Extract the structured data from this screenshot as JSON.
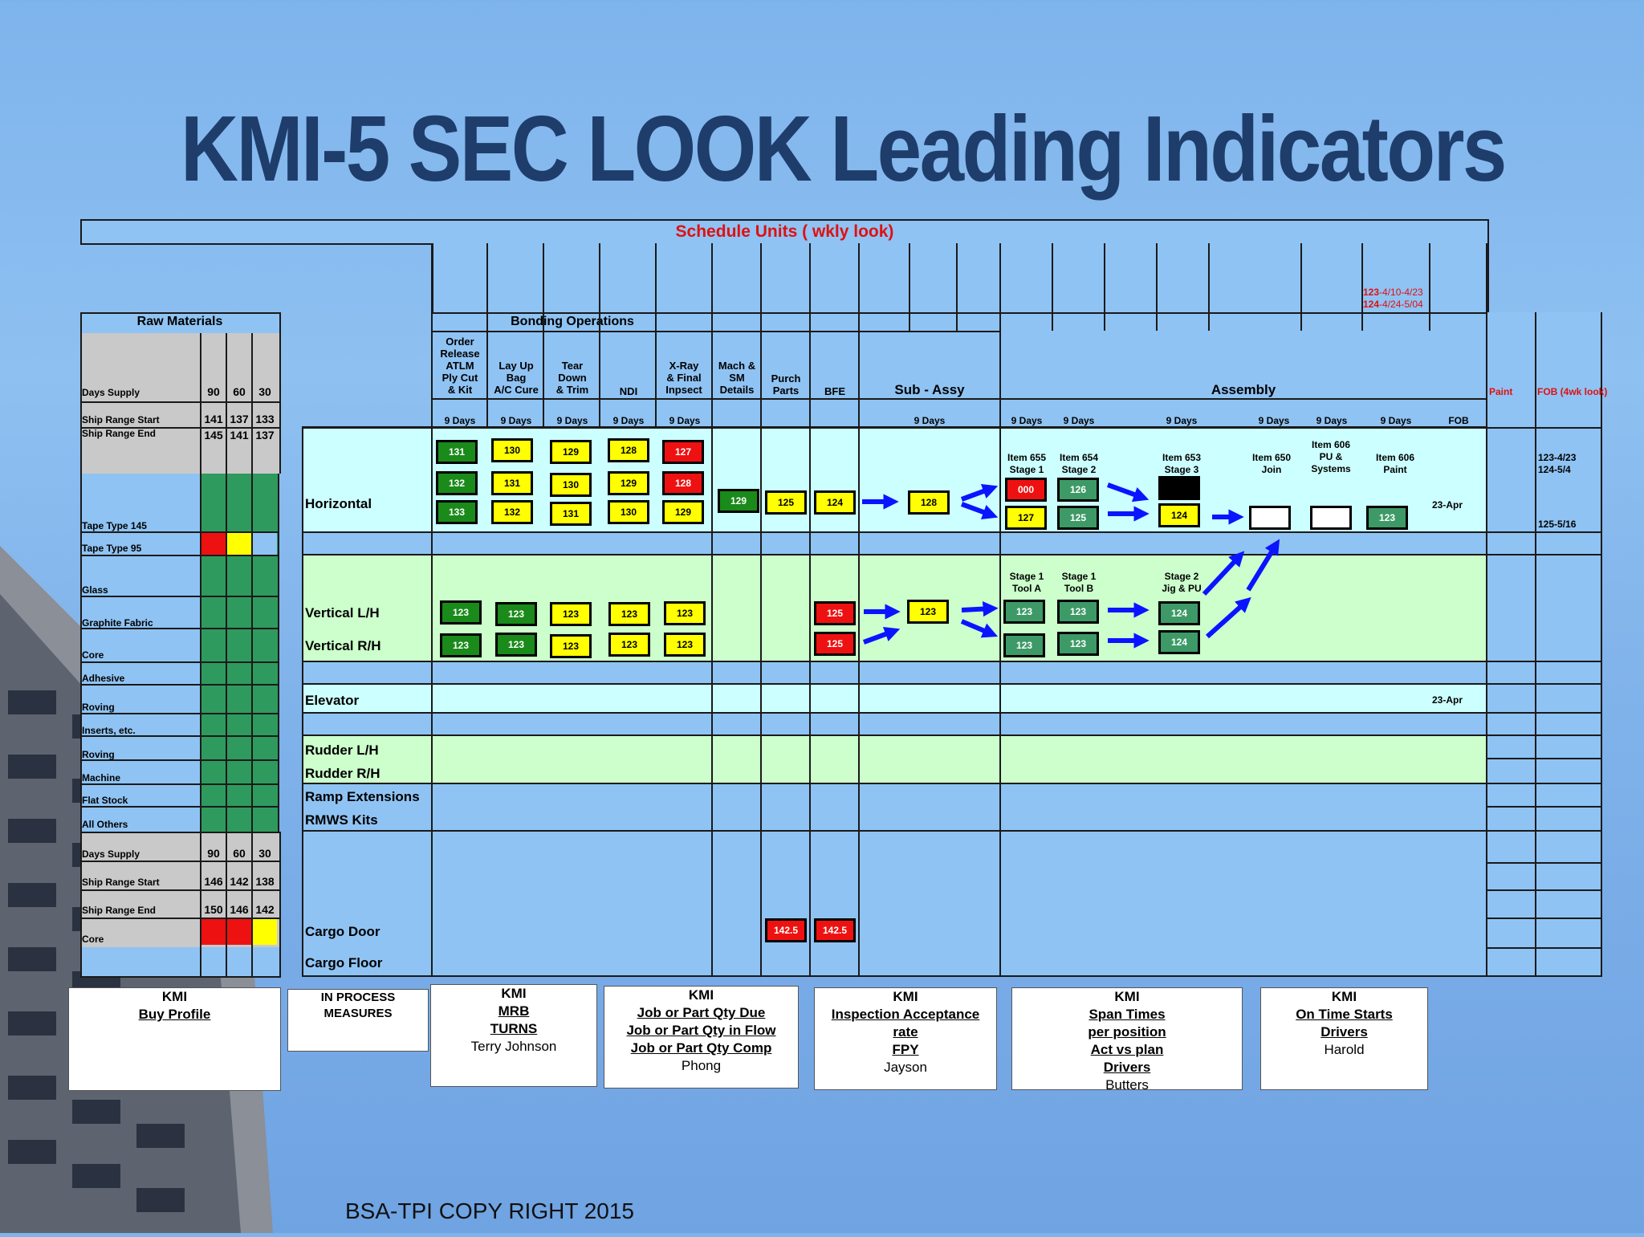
{
  "title": "KMI-5 SEC LOOK Leading Indicators",
  "schedule_header": "Schedule Units ( wkly look)",
  "schedule_note": {
    "line1_num": "123",
    "line1_rest": "-4/10-4/23",
    "line2_num": "124",
    "line2_rest": "-4/24-5/04"
  },
  "raw": {
    "header": "Raw Materials",
    "top_rows": {
      "days_supply": {
        "label": "Days Supply",
        "v": [
          "90",
          "60",
          "30"
        ]
      },
      "ship_start": {
        "label": "Ship Range Start",
        "v": [
          "141",
          "137",
          "133"
        ]
      },
      "ship_end": {
        "label": "Ship Range End",
        "v": [
          "145",
          "141",
          "137"
        ]
      }
    },
    "materials": [
      "Tape Type 145",
      "Tape Type 95",
      "Glass",
      "Graphite Fabric",
      "Core",
      "Adhesive",
      "Roving",
      "Inserts, etc.",
      "Roving",
      "Machine",
      "Flat Stock",
      "All Others"
    ],
    "bottom_rows": {
      "days_supply": {
        "label": "Days Supply",
        "v": [
          "90",
          "60",
          "30"
        ]
      },
      "ship_start": {
        "label": "Ship Range Start",
        "v": [
          "146",
          "142",
          "138"
        ]
      },
      "ship_end": {
        "label": "Ship Range End",
        "v": [
          "150",
          "146",
          "142"
        ]
      },
      "core": {
        "label": "Core"
      }
    },
    "colors": {
      "green": "#2f9a5e",
      "red": "#ee1111",
      "yellow": "#ffff00",
      "blue": "#8fc3f3"
    }
  },
  "bonding": {
    "header": "Bonding Operations",
    "cols": [
      {
        "label": "Order\nRelease\nATLM\nPly Cut\n& Kit",
        "days": "9 Days"
      },
      {
        "label": "Lay Up\nBag\nA/C Cure",
        "days": "9 Days"
      },
      {
        "label": "Tear\nDown\n& Trim",
        "days": "9 Days"
      },
      {
        "label": "NDI",
        "days": "9 Days"
      },
      {
        "label": "X-Ray\n& Final\nInpsect",
        "days": "9 Days"
      }
    ]
  },
  "mid_cols": [
    {
      "label": "Mach &\nSM\nDetails"
    },
    {
      "label": "Purch\nParts"
    },
    {
      "label": "BFE"
    }
  ],
  "subassy": {
    "label": "Sub - Assy",
    "days": "9 Days"
  },
  "assembly": {
    "label": "Assembly",
    "days": [
      "9 Days",
      "9 Days",
      "9 Days",
      "9 Days",
      "9 Days",
      "9 Days"
    ],
    "fob_col": "FOB",
    "items_h": [
      {
        "label": "Item 655\nStage 1"
      },
      {
        "label": "Item 654\nStage 2"
      },
      {
        "label": "Item 653\nStage 3"
      },
      {
        "label": "Item 650\nJoin"
      },
      {
        "label": "Item 606\nPU &\nSystems"
      },
      {
        "label": "Item 606\nPaint"
      }
    ],
    "items_v": [
      {
        "label": "Stage 1\nTool A"
      },
      {
        "label": "Stage 1\nTool B"
      },
      {
        "label": "Stage 2\nJig & PU"
      }
    ]
  },
  "paint_label": "Paint",
  "fob_label": "FOB (4wk look)",
  "fob_dates": {
    "d1": "123-4/23",
    "d2": "124-5/4",
    "d3": "125-5/16"
  },
  "dates": {
    "horizontal": "23-Apr",
    "elevator": "23-Apr"
  },
  "rows": {
    "horizontal": "Horizontal",
    "vlh": "Vertical L/H",
    "vrh": "Vertical R/H",
    "elevator": "Elevator",
    "rudder_lh": "Rudder L/H",
    "rudder_rh": "Rudder R/H",
    "ramp": "Ramp Extensions",
    "rmws": "RMWS Kits",
    "cargo_door": "Cargo Door",
    "cargo_floor": "Cargo Floor"
  },
  "boxes": {
    "h_b1": [
      "131",
      "132",
      "133"
    ],
    "h_b2": [
      "130",
      "131",
      "132"
    ],
    "h_b3": [
      "129",
      "130",
      "131"
    ],
    "h_b4": [
      "128",
      "129",
      "130"
    ],
    "h_b5": [
      "127",
      "128",
      "129"
    ],
    "h_mach": "129",
    "h_purch": "125",
    "h_bfe": "124",
    "h_sub": "128",
    "h_a1": [
      "000",
      "127"
    ],
    "h_a2": [
      "126",
      "125"
    ],
    "h_a3": [
      "",
      "124"
    ],
    "h_a6": "123",
    "v_lh": [
      "123",
      "123",
      "123",
      "123",
      "123"
    ],
    "v_rh": [
      "123",
      "123",
      "123",
      "123",
      "123"
    ],
    "v_bfe": [
      "125",
      "125"
    ],
    "v_sub": "123",
    "v_a1": [
      "123",
      "123"
    ],
    "v_a2": [
      "123",
      "123"
    ],
    "v_a3": [
      "124",
      "124"
    ],
    "cargo_purch": "142.5",
    "cargo_bfe": "142.5"
  },
  "kmi": [
    {
      "l1": "KMI",
      "l2": "Buy Profile"
    },
    {
      "l1": "IN PROCESS",
      "l2": "MEASURES"
    },
    {
      "l1": "KMI",
      "l2": "MRB",
      "l3": "TURNS",
      "name": "Terry Johnson"
    },
    {
      "l1": "KMI",
      "l2": "Job or Part Qty Due",
      "l3": "Job or Part Qty in Flow",
      "l4": "Job or Part Qty Comp",
      "name": "Phong"
    },
    {
      "l1": "KMI",
      "l2": "Inspection Acceptance",
      "l3": "rate",
      "l4": "FPY",
      "name": "Jayson"
    },
    {
      "l1": "KMI",
      "l2": "Span Times",
      "l3": "per position",
      "l4": "Act vs plan",
      "l5": "Drivers",
      "name": "Butters"
    },
    {
      "l1": "KMI",
      "l2": "On Time Starts",
      "l3": "Drivers",
      "name": "Harold"
    }
  ],
  "footer": "BSA-TPI COPY RIGHT 2015"
}
